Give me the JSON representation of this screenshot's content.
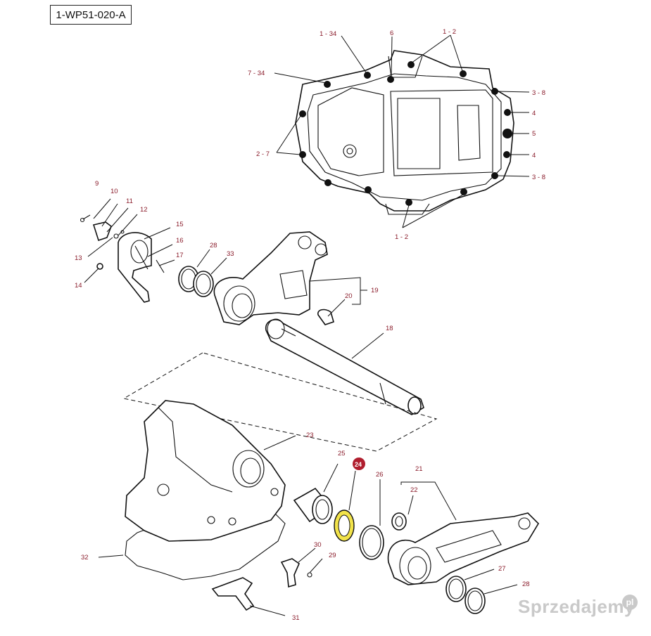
{
  "diagram_code": "1-WP51-020-A",
  "watermark": {
    "text": "Sprzedajemy",
    "badge": "pl"
  },
  "highlight_color": "#f2e34a",
  "callout_highlight_color": "#b01e2e",
  "label_color": "#8a1c2b",
  "labels": {
    "l_1_34": "1 - 34",
    "l_6": "6",
    "l_1_2_top": "1 - 2",
    "l_7_34": "7 - 34",
    "l_3_8_top": "3 - 8",
    "l_4_top": "4",
    "l_5": "5",
    "l_4_bottom": "4",
    "l_2_7": "2 - 7",
    "l_3_8_bottom": "3 - 8",
    "l_1_2_bottom": "1 - 2",
    "l_9": "9",
    "l_10": "10",
    "l_11": "11",
    "l_12": "12",
    "l_13": "13",
    "l_14": "14",
    "l_15": "15",
    "l_16": "16",
    "l_17": "17",
    "l_28_top": "28",
    "l_33": "33",
    "l_19": "19",
    "l_20": "20",
    "l_18": "18",
    "l_23": "23",
    "l_25": "25",
    "l_24": "24",
    "l_26": "26",
    "l_21": "21",
    "l_22": "22",
    "l_32": "32",
    "l_30": "30",
    "l_29": "29",
    "l_27": "27",
    "l_28_bottom": "28",
    "l_31": "31"
  }
}
